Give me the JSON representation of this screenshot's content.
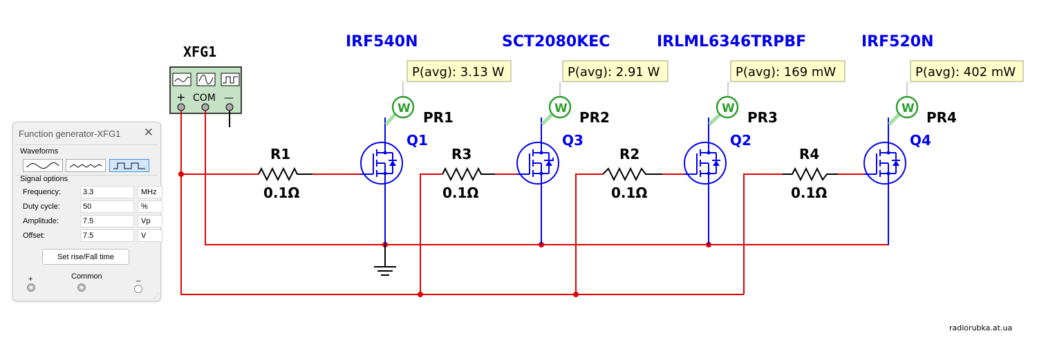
{
  "generator": {
    "ref": "XFG1",
    "terminals": {
      "plus": "+",
      "com": "COM",
      "minus": "—"
    }
  },
  "transistors": [
    {
      "part": "IRF540N",
      "ref": "Q1",
      "probe": "PR1",
      "pavg": "P(avg): 3.13 W"
    },
    {
      "part": "SCT2080KEC",
      "ref": "Q3",
      "probe": "PR2",
      "pavg": "P(avg): 2.91 W"
    },
    {
      "part": "IRLML6346TRPBF",
      "ref": "Q2",
      "probe": "PR3",
      "pavg": "P(avg): 169 mW"
    },
    {
      "part": "IRF520N",
      "ref": "Q4",
      "probe": "PR4",
      "pavg": "P(avg): 402 mW"
    }
  ],
  "resistors": [
    {
      "ref": "R1",
      "value": "0.1Ω"
    },
    {
      "ref": "R3",
      "value": "0.1Ω"
    },
    {
      "ref": "R2",
      "value": "0.1Ω"
    },
    {
      "ref": "R4",
      "value": "0.1Ω"
    }
  ],
  "probe_symbol": "W",
  "fg_panel": {
    "title": "Function generator-XFG1",
    "close": "✕",
    "waveforms_label": "Waveforms",
    "selected_waveform": "square",
    "signal_options_label": "Signal options",
    "rows": [
      {
        "label": "Frequency:",
        "value": "3.3",
        "unit": "MHz"
      },
      {
        "label": "Duty cycle:",
        "value": "50",
        "unit": "%"
      },
      {
        "label": "Amplitude:",
        "value": "7.5",
        "unit": "Vp"
      },
      {
        "label": "Offset:",
        "value": "7.5",
        "unit": "V"
      }
    ],
    "rise_fall_button": "Set rise/Fall time",
    "terminals": {
      "plus": "+",
      "common": "Common",
      "minus": "_"
    }
  },
  "watermark": "radiorubka.at.ua",
  "colors": {
    "wire": "#e00000",
    "component": "#0000ee",
    "probe": "#2e9e2e",
    "tooltip_bg": "#ffffcc",
    "generator_bg": "#c5e2c5"
  }
}
